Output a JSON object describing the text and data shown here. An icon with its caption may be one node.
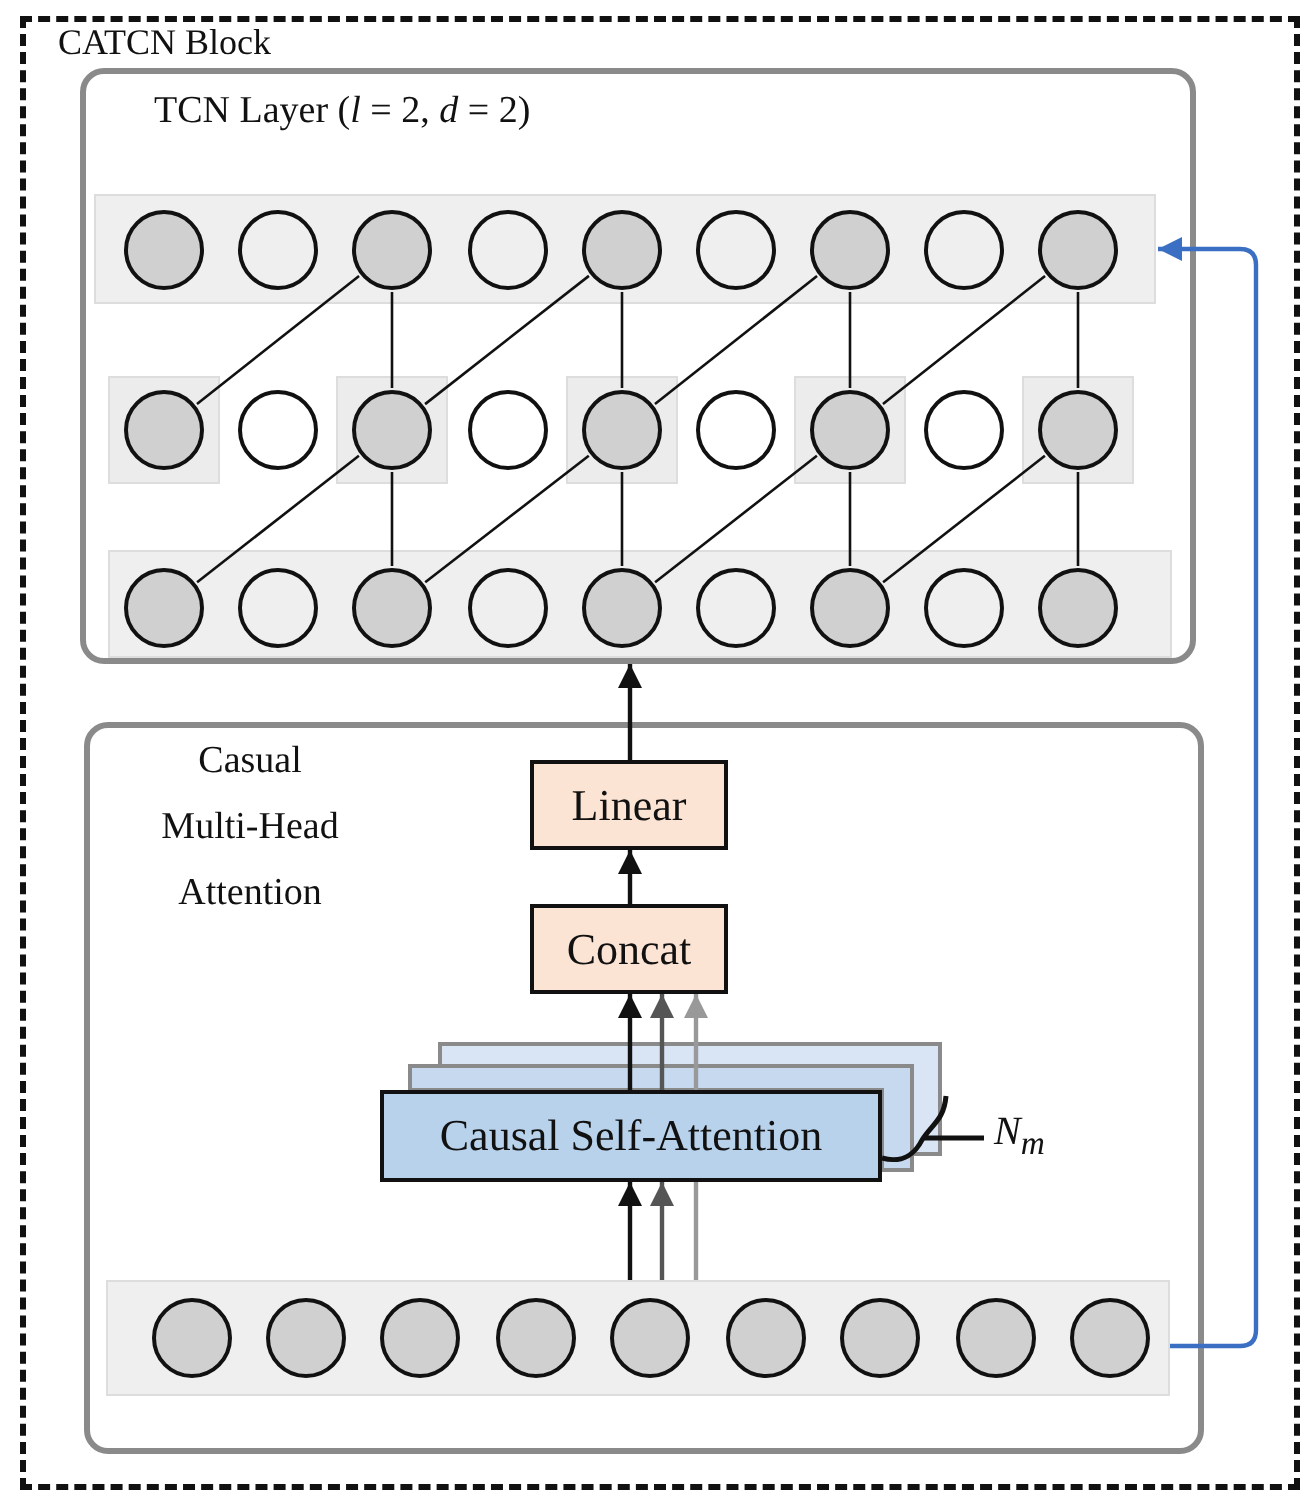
{
  "diagram": {
    "nodes": [
      {
        "text": [
          "CATCN Block"
        ]
      },
      {
        "text": [
          "TCN Layer (*l* = 2, *d* = 2)"
        ],
        "in": 0
      },
      {
        "text": [],
        "shape": "bar",
        "in": 1
      },
      {
        "text": [],
        "shape": "circle",
        "in": 2
      },
      {
        "text": [],
        "shape": "circle",
        "in": 2
      },
      {
        "text": [],
        "shape": "circle",
        "in": 2
      },
      {
        "text": [],
        "shape": "circle",
        "in": 2
      },
      {
        "text": [],
        "shape": "circle",
        "in": 2
      },
      {
        "text": [],
        "shape": "circle",
        "in": 2
      },
      {
        "text": [],
        "shape": "circle",
        "in": 2
      },
      {
        "text": [],
        "shape": "circle",
        "in": 2
      },
      {
        "text": [],
        "shape": "circle",
        "in": 2
      },
      {
        "text": [],
        "shape": "box",
        "in": 1
      },
      {
        "text": [],
        "shape": "circle",
        "in": 12
      },
      {
        "text": [],
        "shape": "circle",
        "in": 1
      },
      {
        "text": [],
        "shape": "box",
        "in": 1
      },
      {
        "text": [],
        "shape": "circle",
        "in": 15
      },
      {
        "text": [],
        "shape": "circle",
        "in": 1
      },
      {
        "text": [],
        "shape": "box",
        "in": 1
      },
      {
        "text": [],
        "shape": "circle",
        "in": 18
      },
      {
        "text": [],
        "shape": "circle",
        "in": 1
      },
      {
        "text": [],
        "shape": "box",
        "in": 1
      },
      {
        "text": [],
        "shape": "circle",
        "in": 21
      },
      {
        "text": [],
        "shape": "circle",
        "in": 1
      },
      {
        "text": [],
        "shape": "box",
        "in": 1
      },
      {
        "text": [],
        "shape": "circle",
        "in": 24
      },
      {
        "text": [],
        "shape": "bar",
        "in": 1
      },
      {
        "text": [],
        "shape": "circle",
        "in": 26
      },
      {
        "text": [],
        "shape": "circle",
        "in": 26
      },
      {
        "text": [],
        "shape": "circle",
        "in": 26
      },
      {
        "text": [],
        "shape": "circle",
        "in": 26
      },
      {
        "text": [],
        "shape": "circle",
        "in": 26
      },
      {
        "text": [],
        "shape": "circle",
        "in": 26
      },
      {
        "text": [],
        "shape": "circle",
        "in": 26
      },
      {
        "text": [],
        "shape": "circle",
        "in": 26
      },
      {
        "text": [],
        "shape": "circle",
        "in": 26
      },
      {
        "text": [
          "Casual Multi-Head Attention"
        ],
        "in": 0
      },
      {
        "text": [
          "Linear"
        ],
        "in": 36
      },
      {
        "text": [
          "Concat"
        ],
        "in": 36
      },
      {
        "text": [
          "Causal Self-Attention"
        ],
        "in": 36,
        "beside": [
          "N$_{m}$"
        ]
      },
      {
        "text": [],
        "shape": "bar",
        "in": 36
      },
      {
        "text": [],
        "shape": "circle",
        "in": 40
      },
      {
        "text": [],
        "shape": "circle",
        "in": 40
      },
      {
        "text": [],
        "shape": "circle",
        "in": 40
      },
      {
        "text": [],
        "shape": "circle",
        "in": 40
      },
      {
        "text": [],
        "shape": "circle",
        "in": 40
      },
      {
        "text": [],
        "shape": "circle",
        "in": 40
      },
      {
        "text": [],
        "shape": "circle",
        "in": 40
      },
      {
        "text": [],
        "shape": "circle",
        "in": 40
      },
      {
        "text": [],
        "shape": "circle",
        "in": 40
      }
    ],
    "edges": [
      {
        "from": 27,
        "to": 16,
        "arrow": "none"
      },
      {
        "from": 29,
        "to": 16,
        "arrow": "none"
      },
      {
        "from": 29,
        "to": 19,
        "arrow": "none"
      },
      {
        "from": 31,
        "to": 19,
        "arrow": "none"
      },
      {
        "from": 31,
        "to": 22,
        "arrow": "none"
      },
      {
        "from": 33,
        "to": 22,
        "arrow": "none"
      },
      {
        "from": 33,
        "to": 25,
        "arrow": "none"
      },
      {
        "from": 35,
        "to": 25,
        "arrow": "none"
      },
      {
        "from": 13,
        "to": 5,
        "arrow": "none"
      },
      {
        "from": 16,
        "to": 5,
        "arrow": "none"
      },
      {
        "from": 16,
        "to": 7,
        "arrow": "none"
      },
      {
        "from": 19,
        "to": 7,
        "arrow": "none"
      },
      {
        "from": 19,
        "to": 9,
        "arrow": "none"
      },
      {
        "from": 22,
        "to": 9,
        "arrow": "none"
      },
      {
        "from": 22,
        "to": 11,
        "arrow": "none"
      },
      {
        "from": 25,
        "to": 11,
        "arrow": "none"
      },
      {
        "from": 37,
        "to": 1,
        "arrow": "to"
      },
      {
        "from": 38,
        "to": 37,
        "arrow": "to"
      },
      {
        "from": 39,
        "to": 38,
        "arrow": "to"
      },
      {
        "from": 39,
        "to": 38,
        "arrow": "to",
        "color": "#555555"
      },
      {
        "from": 39,
        "to": 38,
        "arrow": "to",
        "color": "#999999"
      },
      {
        "from": 40,
        "to": 39,
        "arrow": "to"
      },
      {
        "from": 40,
        "to": 39,
        "arrow": "to",
        "color": "#555555"
      },
      {
        "from": 40,
        "to": 39,
        "arrow": "none",
        "color": "#999999"
      },
      {
        "from": 40,
        "to": 2,
        "arrow": "to",
        "color": "#3a6fc4"
      }
    ]
  }
}
